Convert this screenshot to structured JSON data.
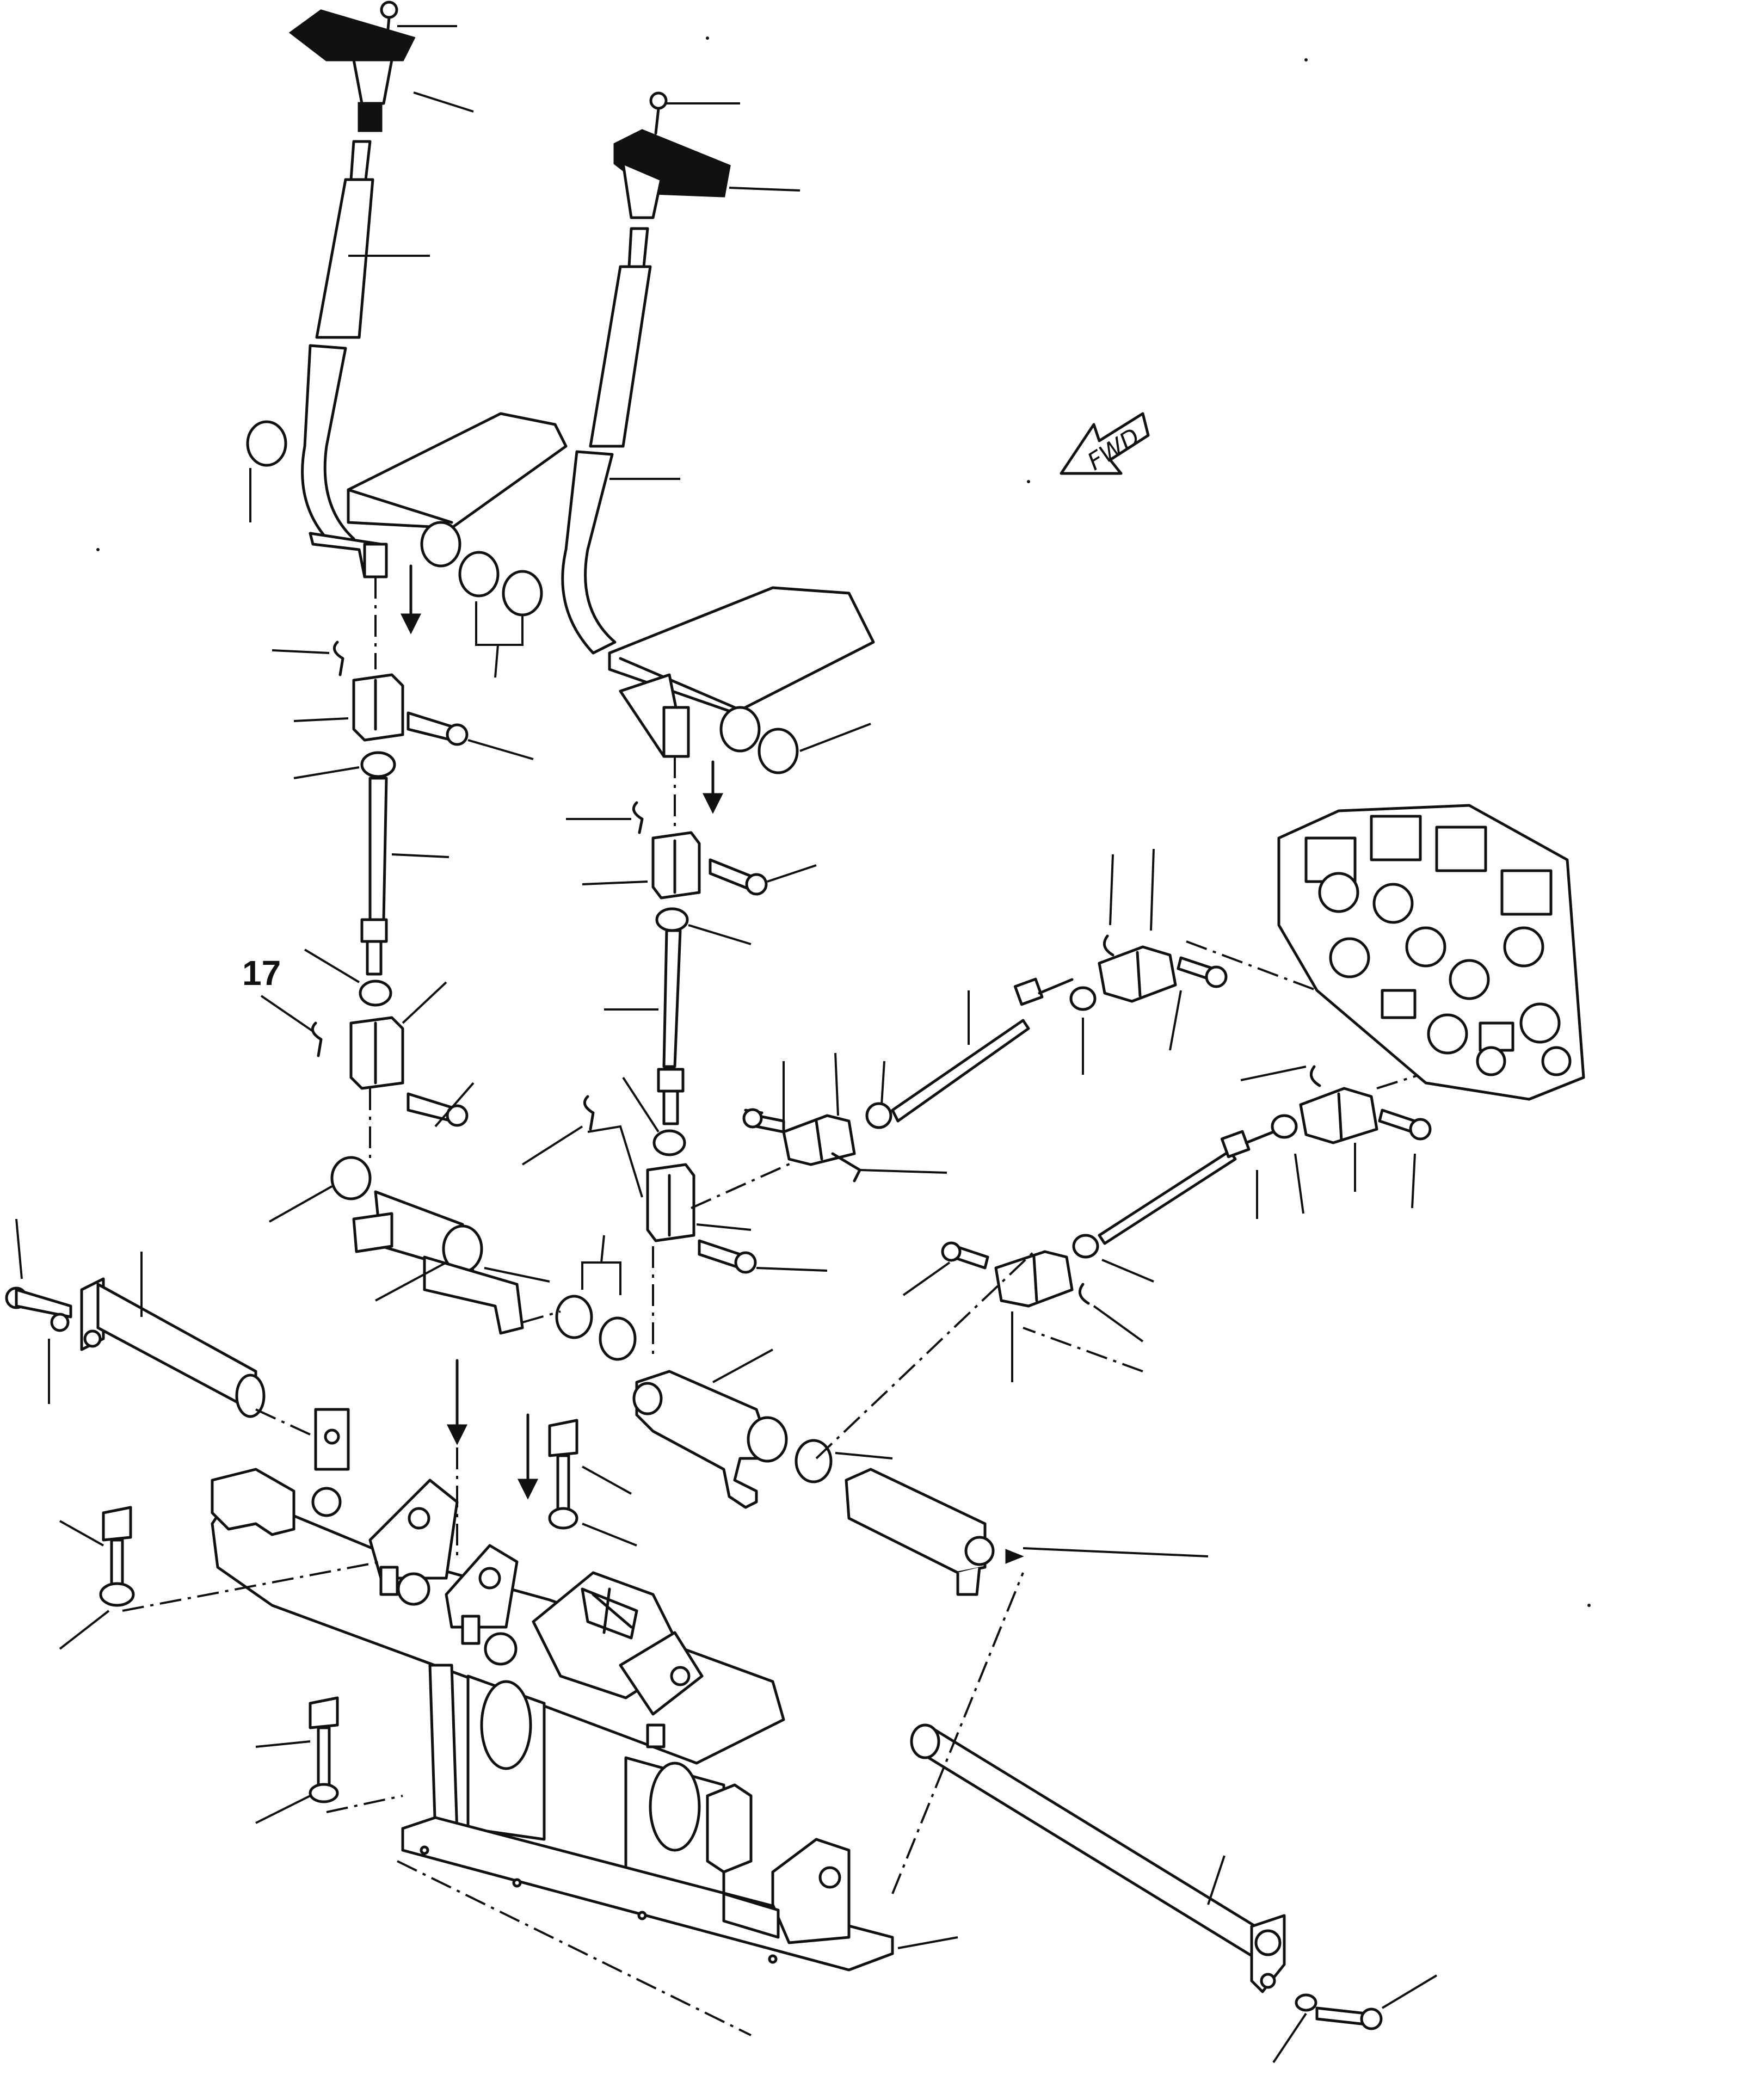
{
  "diagram": {
    "callouts": [
      {
        "id": "callout-17",
        "label": "17"
      }
    ],
    "direction_marker": {
      "label": "FWD",
      "icon": "arrow-left-icon"
    },
    "colors": {
      "ink": "#111111",
      "paper": "#ffffff"
    }
  }
}
